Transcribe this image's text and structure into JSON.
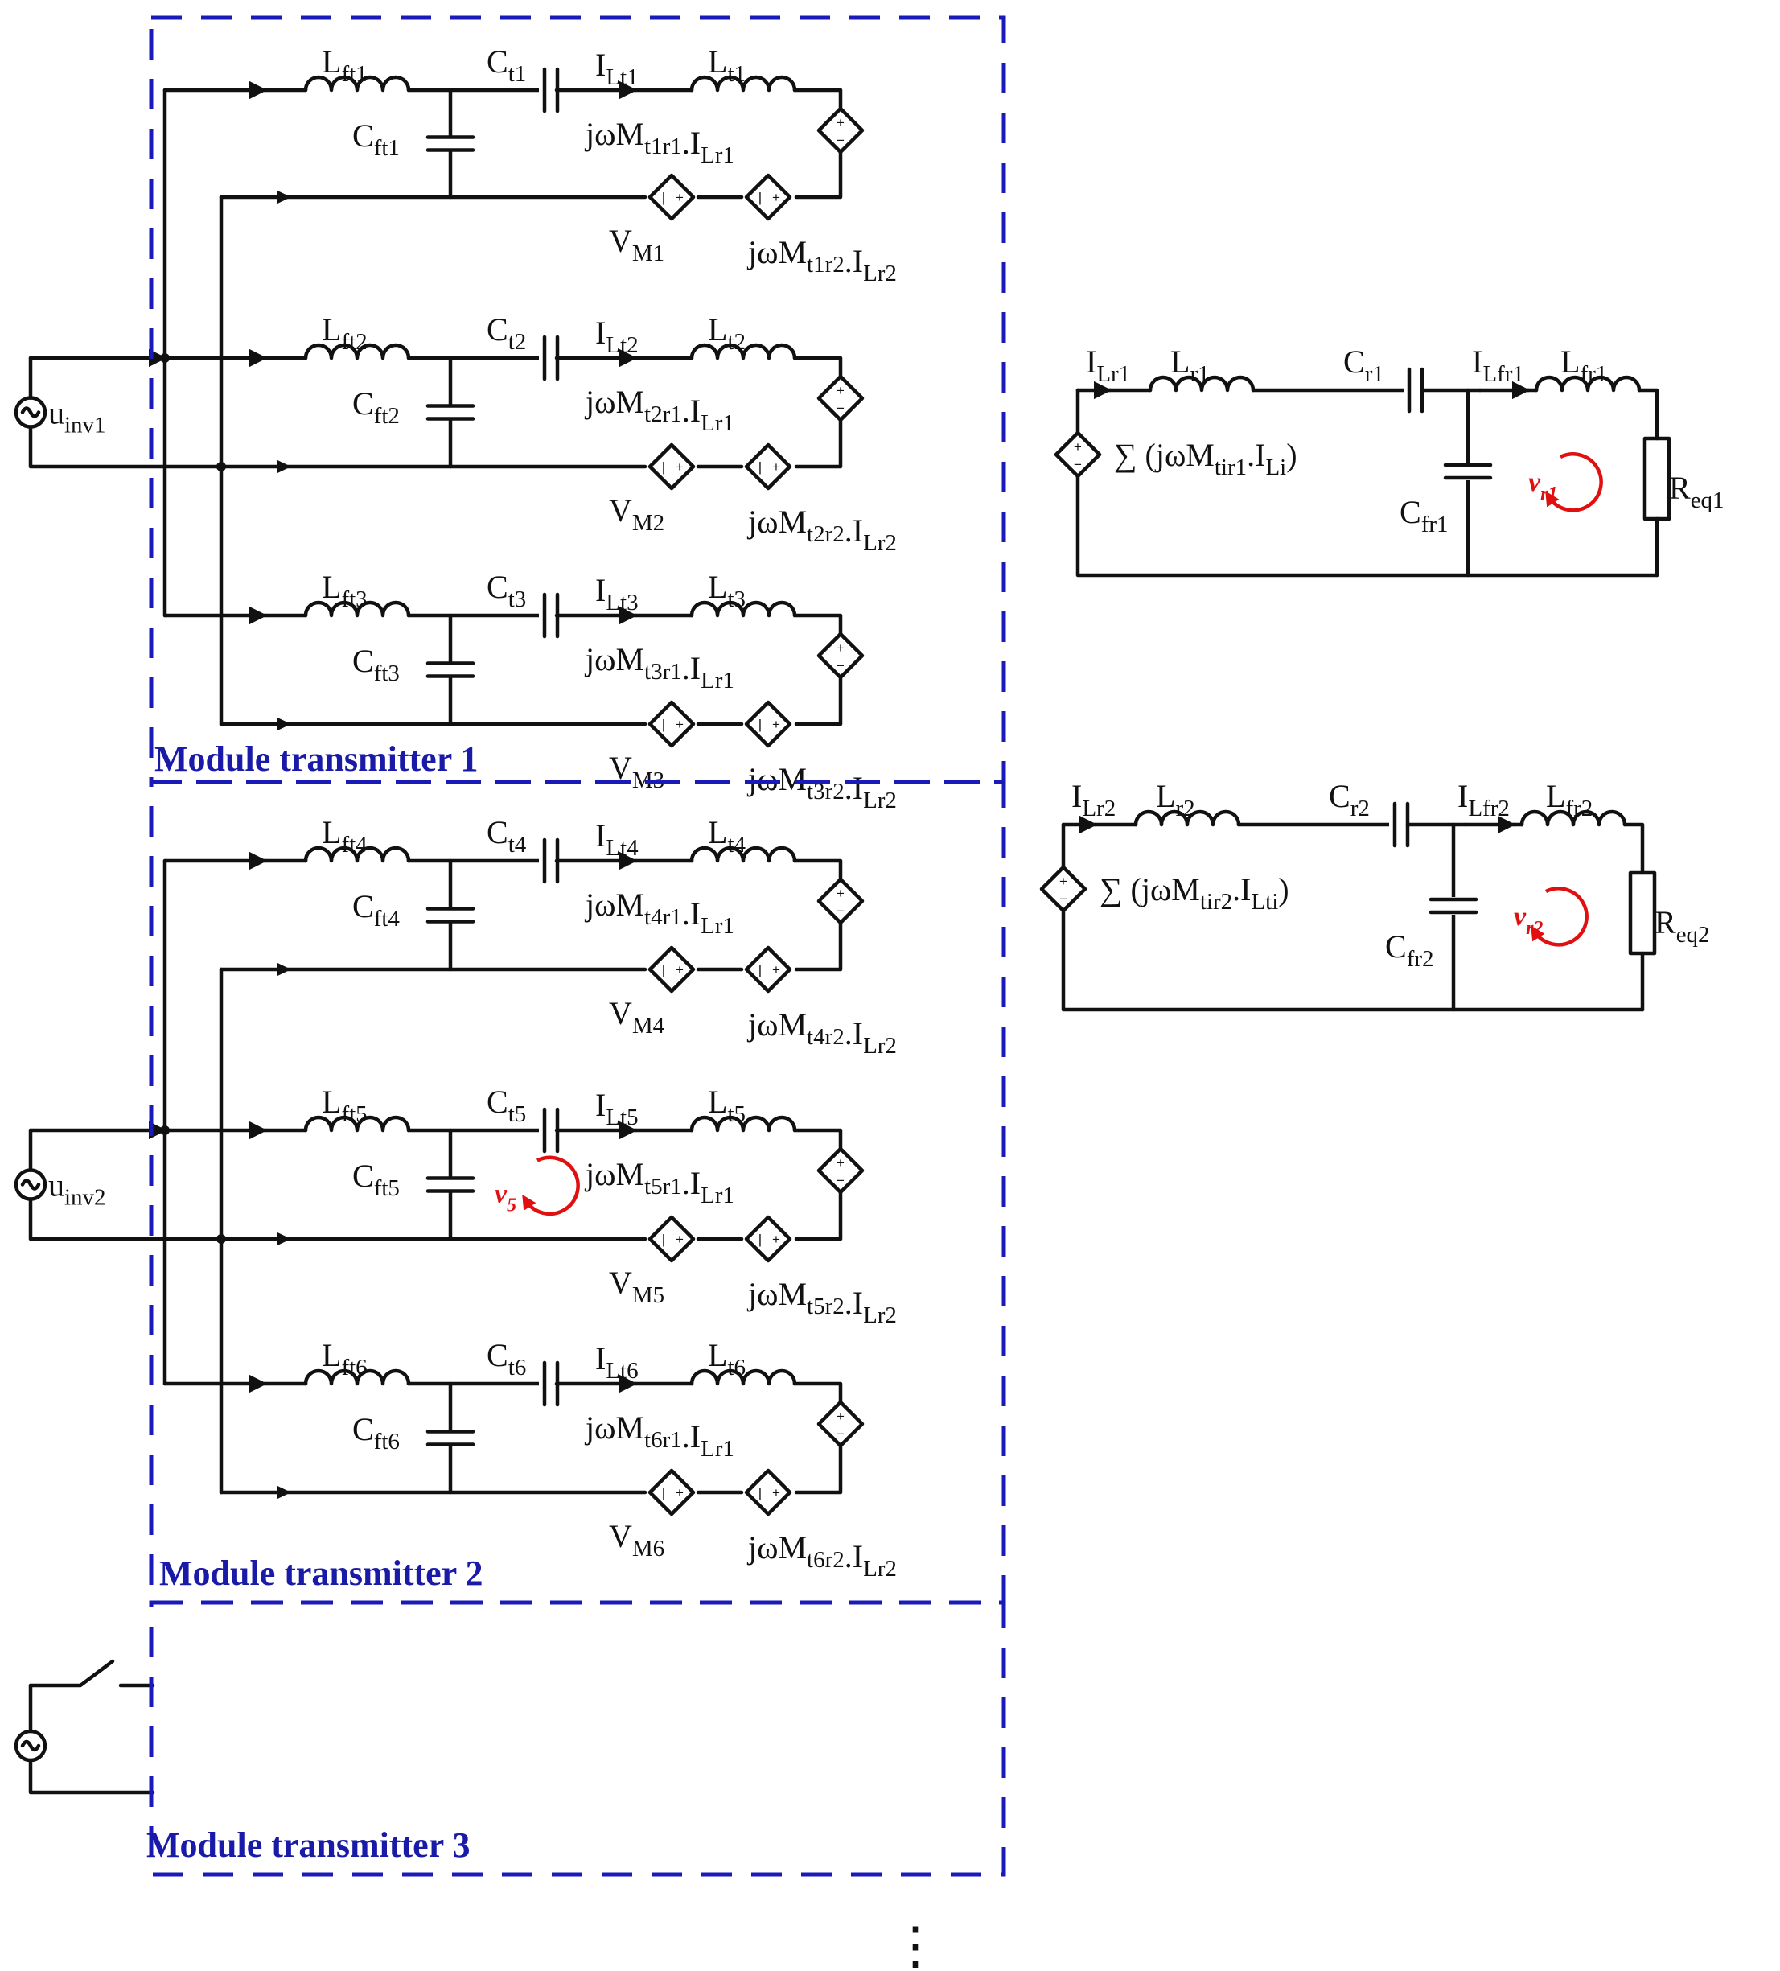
{
  "modules": [
    {
      "name": "Module transmitter 1",
      "source": "u",
      "source_sub": "inv1"
    },
    {
      "name": "Module transmitter 2",
      "source": "u",
      "source_sub": "inv2"
    },
    {
      "name": "Module transmitter 3"
    }
  ],
  "branches": [
    {
      "Lf": [
        "L",
        "ft1"
      ],
      "Cf": [
        "C",
        "ft1"
      ],
      "C": [
        "C",
        "t1"
      ],
      "I": [
        "I",
        "Lt1"
      ],
      "L": [
        "L",
        "t1"
      ],
      "M1": [
        "jωM",
        "t1r1",
        ".I",
        "Lr1"
      ],
      "M2": [
        "jωM",
        "t1r2",
        ".I",
        "Lr2"
      ],
      "VM": [
        "V",
        "M1"
      ]
    },
    {
      "Lf": [
        "L",
        "ft2"
      ],
      "Cf": [
        "C",
        "ft2"
      ],
      "C": [
        "C",
        "t2"
      ],
      "I": [
        "I",
        "Lt2"
      ],
      "L": [
        "L",
        "t2"
      ],
      "M1": [
        "jωM",
        "t2r1",
        ".I",
        "Lr1"
      ],
      "M2": [
        "jωM",
        "t2r2",
        ".I",
        "Lr2"
      ],
      "VM": [
        "V",
        "M2"
      ]
    },
    {
      "Lf": [
        "L",
        "ft3"
      ],
      "Cf": [
        "C",
        "ft3"
      ],
      "C": [
        "C",
        "t3"
      ],
      "I": [
        "I",
        "Lt3"
      ],
      "L": [
        "L",
        "t3"
      ],
      "M1": [
        "jωM",
        "t3r1",
        ".I",
        "Lr1"
      ],
      "M2": [
        "jωM",
        "t3r2",
        ".I",
        "Lr2"
      ],
      "VM": [
        "V",
        "M3"
      ]
    },
    {
      "Lf": [
        "L",
        "ft4"
      ],
      "Cf": [
        "C",
        "ft4"
      ],
      "C": [
        "C",
        "t4"
      ],
      "I": [
        "I",
        "Lt4"
      ],
      "L": [
        "L",
        "t4"
      ],
      "M1": [
        "jωM",
        "t4r1",
        ".I",
        "Lr1"
      ],
      "M2": [
        "jωM",
        "t4r2",
        ".I",
        "Lr2"
      ],
      "VM": [
        "V",
        "M4"
      ]
    },
    {
      "Lf": [
        "L",
        "ft5"
      ],
      "Cf": [
        "C",
        "ft5"
      ],
      "C": [
        "C",
        "t5"
      ],
      "I": [
        "I",
        "Lt5"
      ],
      "L": [
        "L",
        "t5"
      ],
      "M1": [
        "jωM",
        "t5r1",
        ".I",
        "Lr1"
      ],
      "M2": [
        "jωM",
        "t5r2",
        ".I",
        "Lr2"
      ],
      "VM": [
        "V",
        "M5"
      ],
      "loop": [
        "v",
        "5"
      ]
    },
    {
      "Lf": [
        "L",
        "ft6"
      ],
      "Cf": [
        "C",
        "ft6"
      ],
      "C": [
        "C",
        "t6"
      ],
      "I": [
        "I",
        "Lt6"
      ],
      "L": [
        "L",
        "t6"
      ],
      "M1": [
        "jωM",
        "t6r1",
        ".I",
        "Lr1"
      ],
      "M2": [
        "jωM",
        "t6r2",
        ".I",
        "Lr2"
      ],
      "VM": [
        "V",
        "M6"
      ]
    }
  ],
  "receivers": [
    {
      "I": [
        "I",
        "Lr1"
      ],
      "L": [
        "L",
        "r1"
      ],
      "C": [
        "C",
        "r1"
      ],
      "IL": [
        "I",
        "Lfr1"
      ],
      "Lf": [
        "L",
        "fr1"
      ],
      "Cf": [
        "C",
        "fr1"
      ],
      "R": [
        "R",
        "eq1"
      ],
      "loop": [
        "v",
        "r1"
      ],
      "sum_sym": "∑",
      "sum_a": "(jωM",
      "sum_a_sub": "tir1",
      "sum_b": ".I",
      "sum_b_sub": "Li",
      "sum_close": ")"
    },
    {
      "I": [
        "I",
        "Lr2"
      ],
      "L": [
        "L",
        "r2"
      ],
      "C": [
        "C",
        "r2"
      ],
      "IL": [
        "I",
        "Lfr2"
      ],
      "Lf": [
        "L",
        "fr2"
      ],
      "Cf": [
        "C",
        "fr2"
      ],
      "R": [
        "R",
        "eq2"
      ],
      "loop": [
        "v",
        "r2"
      ],
      "sum_sym": "∑",
      "sum_a": "(jωM",
      "sum_a_sub": "tir2",
      "sum_b": ".I",
      "sum_b_sub": "Lti",
      "sum_close": ")"
    }
  ],
  "signs": {
    "plus": "+",
    "minus": "−",
    "bar": "|"
  },
  "continuation": "⋮",
  "colors": {
    "wire": "#111111",
    "module_box": "#1a1ab8",
    "module_label": "#1a1aa8",
    "loop": "#e01010"
  }
}
